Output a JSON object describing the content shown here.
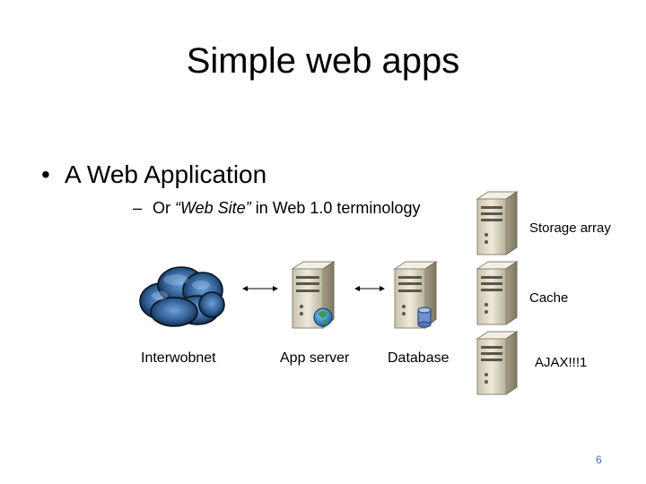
{
  "slide": {
    "title": "Simple web apps",
    "bullet": "A Web Application",
    "sub_bullet": {
      "prefix": "Or ",
      "italic": "“Web Site”",
      "suffix": " in Web 1.0 terminology"
    },
    "page_number": "6"
  },
  "diagram": {
    "nodes": {
      "internet": {
        "label": "Interwobnet",
        "icon": "cloud-icon"
      },
      "app_server": {
        "label": "App server",
        "icon": "server-globe-icon"
      },
      "database": {
        "label": "Database",
        "icon": "server-database-icon"
      },
      "storage_array": {
        "label": "Storage array",
        "icon": "server-icon"
      },
      "cache": {
        "label": "Cache",
        "icon": "server-icon"
      },
      "ajax": {
        "label": "AJAX!!!1",
        "icon": "server-icon"
      }
    },
    "edges": [
      {
        "from": "internet",
        "to": "app_server",
        "style": "double-arrow"
      },
      {
        "from": "app_server",
        "to": "database",
        "style": "double-arrow"
      }
    ]
  }
}
